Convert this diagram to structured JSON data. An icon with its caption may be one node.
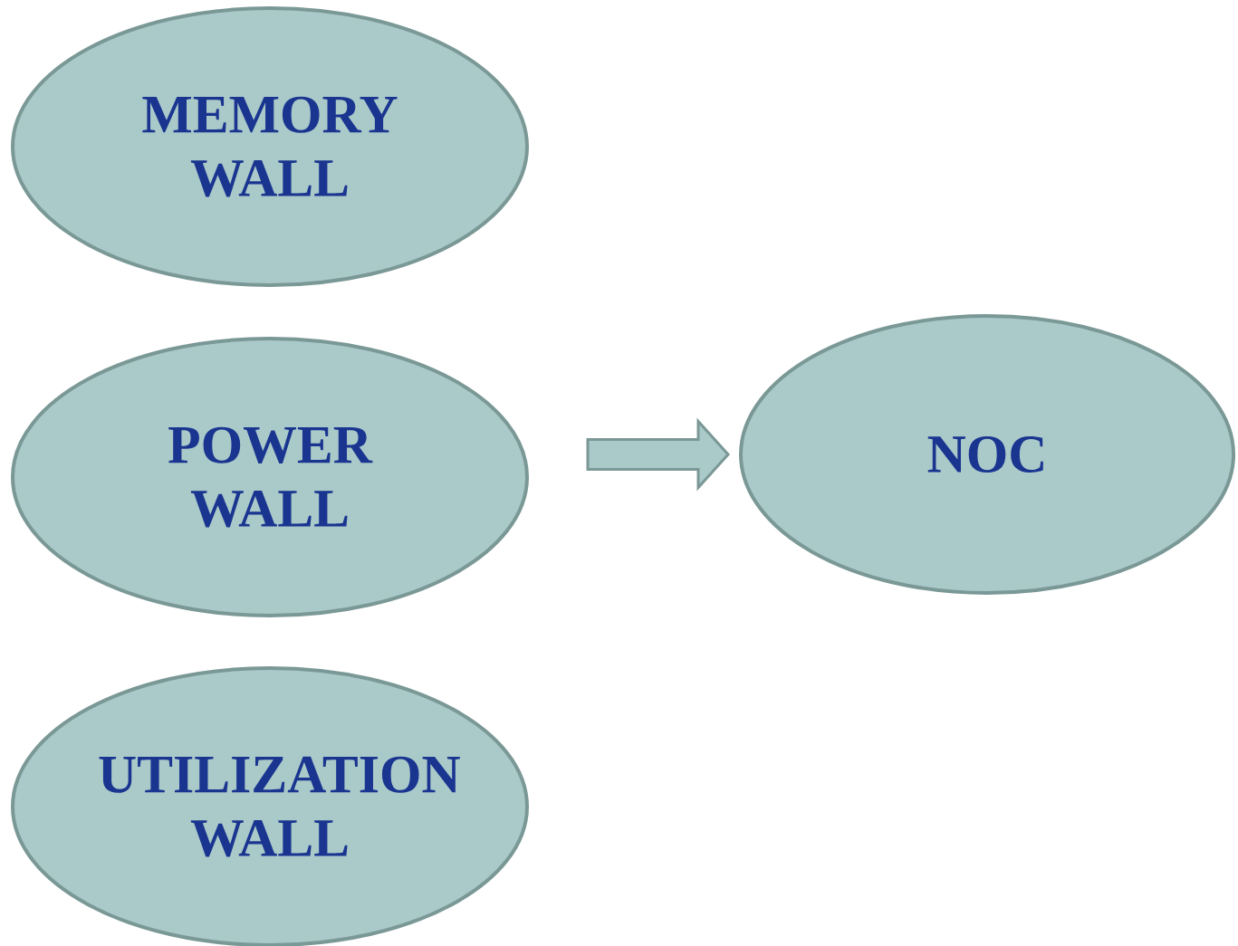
{
  "diagram": {
    "nodes": [
      {
        "text": [
          "MEMORY WALL"
        ]
      },
      {
        "text": [
          "POWER WALL"
        ]
      },
      {
        "text": [
          "UTILIZATION WALL"
        ]
      },
      {
        "text": [
          "NOC"
        ]
      }
    ],
    "edges": [
      {
        "from": 1,
        "to": 3,
        "arrow": "to"
      }
    ]
  }
}
